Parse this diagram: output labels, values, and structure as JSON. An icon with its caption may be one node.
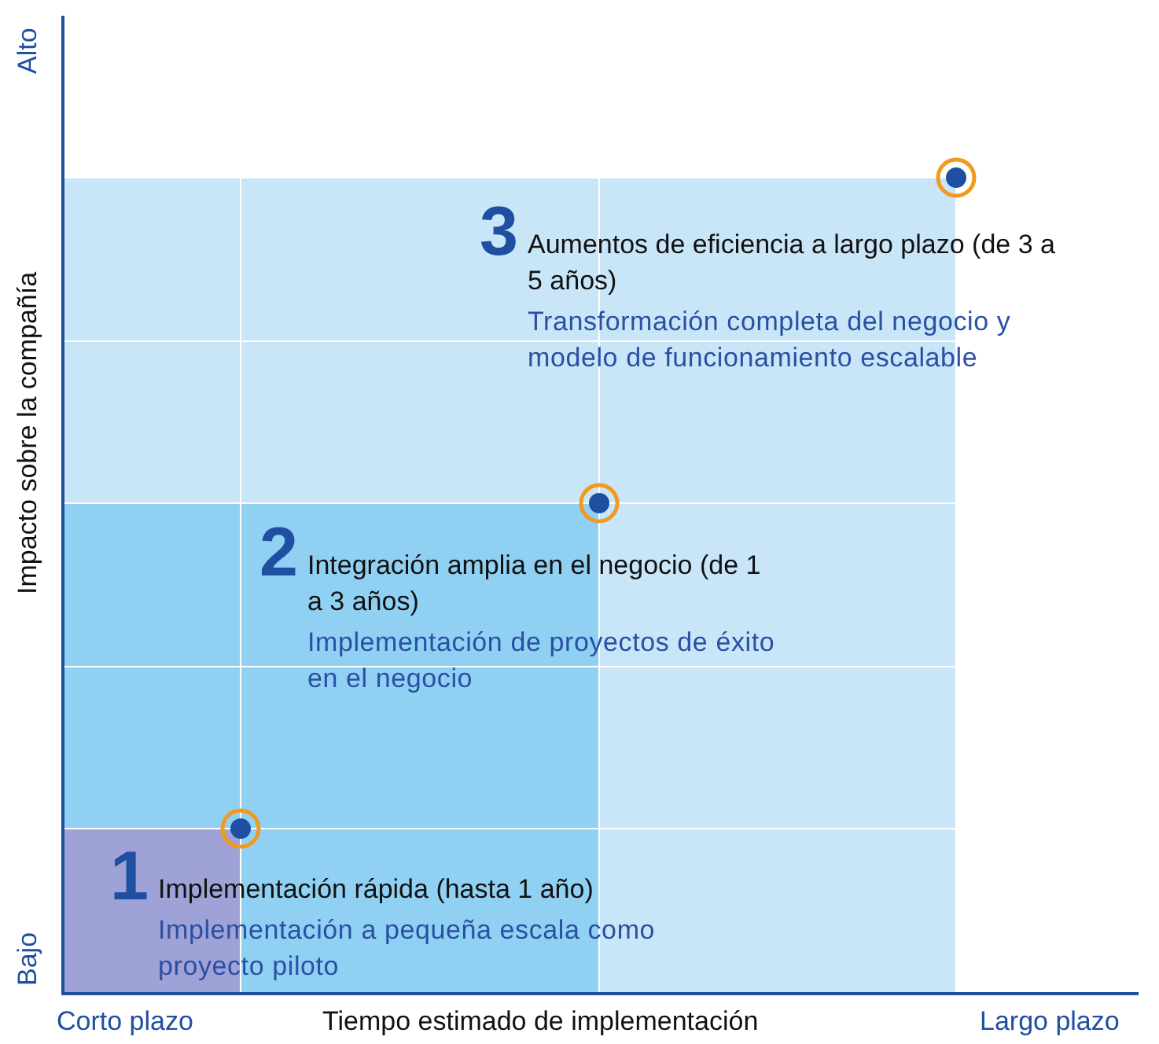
{
  "diagram": {
    "nodes": [
      {
        "text": [
          "3",
          "Aumentos de eficiencia a largo plazo (de 3 a 5 años)",
          "Transformación completa del negocio y modelo de funcionamiento escalable"
        ]
      },
      {
        "text": [
          "2",
          "Integración amplia en el negocio (de 1 a 3 años)",
          "Implementación de proyectos de éxito en el negocio"
        ]
      },
      {
        "text": [
          "1",
          "Implementación rápida (hasta 1 año)",
          "Implementación a pequeña escala como proyecto piloto"
        ]
      }
    ],
    "labels": [
      "Alto",
      "Impacto sobre la compañía",
      "Bajo",
      "Corto plazo",
      "Tiempo estimado de implementación",
      "Largo plazo"
    ]
  }
}
